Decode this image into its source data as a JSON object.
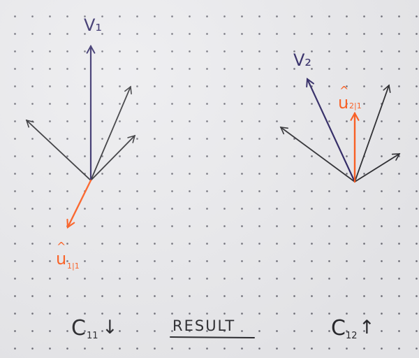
{
  "colors": {
    "ink_black": "#2a2a2e",
    "ink_navy": "#2b2362",
    "ink_orange": "#ff5a1a"
  },
  "diagram_left": {
    "vector_label": "V₁",
    "unit_hat": "^",
    "unit_label": "u",
    "unit_subscript": "1|1",
    "caption_main": "C",
    "caption_sub": "11",
    "caption_arrow": "↓"
  },
  "diagram_right": {
    "vector_label": "V₂",
    "unit_hat": "^",
    "unit_label": "u",
    "unit_subscript": "2|1",
    "caption_main": "C",
    "caption_sub": "12",
    "caption_arrow": "↑"
  },
  "result_label": "RESULT"
}
